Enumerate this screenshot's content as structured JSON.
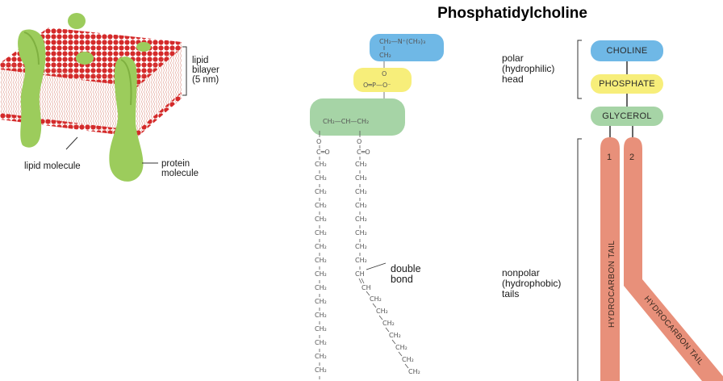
{
  "title": "Phosphatidylcholine",
  "bilayer": {
    "lipid_bilayer_label": "lipid\nbilayer\n(5 nm)",
    "lipid_molecule_label": "lipid molecule",
    "protein_molecule_label": "protein\nmolecule"
  },
  "structure": {
    "choline_top": "CH₂—N⁺(CH₃)₃",
    "choline_ch2": "CH₂",
    "phosphate_o_top": "O",
    "phosphate_main": "O═P—O⁻",
    "phosphate_o_bottom": "O",
    "glycerol_row": "CH₂—CH—CH₂",
    "ester_o": "O",
    "carbonyl": "C═O",
    "ch2": "CH₂",
    "ch": "CH",
    "double_bond_label": "double\nbond"
  },
  "schematic": {
    "polar_head_label": "polar\n(hydrophilic)\nhead",
    "nonpolar_tails_label": "nonpolar\n(hydrophobic)\ntails",
    "choline": "CHOLINE",
    "phosphate": "PHOSPHATE",
    "glycerol": "GLYCEROL",
    "tail_1_number": "1",
    "tail_2_number": "2",
    "tail_1_label": "HYDROCARBON TAIL",
    "tail_2_label": "HYDROCARBON TAIL"
  },
  "colors": {
    "choline": "#6fb8e6",
    "phosphate": "#f7ee7a",
    "glycerol": "#a6d4a6",
    "tail": "#e8907a",
    "lipid_head": "#d42a2a",
    "protein": "#9ccc5c"
  }
}
